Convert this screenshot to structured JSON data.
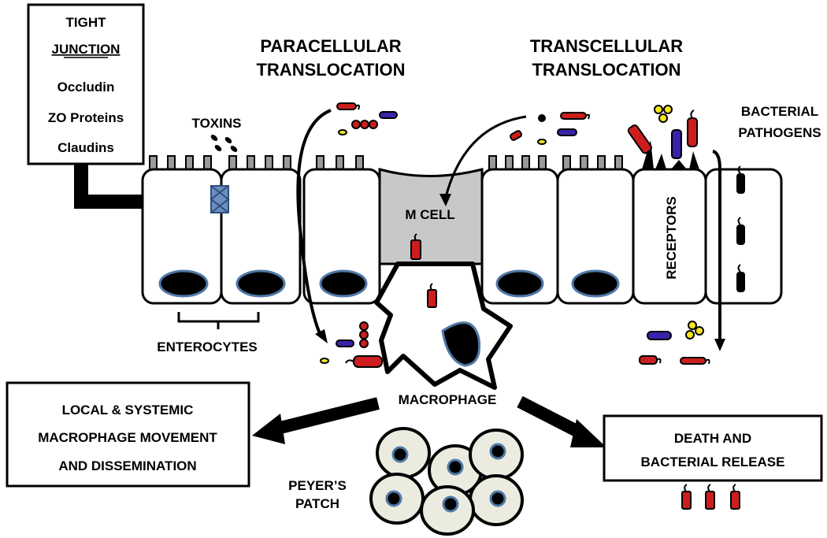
{
  "tight_junction_box": {
    "line1": "TIGHT",
    "line2": "JUNCTION",
    "items": [
      "Occludin",
      "ZO Proteins",
      "Claudins"
    ]
  },
  "headings": {
    "paracellular": [
      "PARACELLULAR",
      "TRANSLOCATION"
    ],
    "transcellular": [
      "TRANSCELLULAR",
      "TRANSLOCATION"
    ]
  },
  "labels": {
    "toxins": "TOXINS",
    "bacterial_pathogens": [
      "BACTERIAL",
      "PATHOGENS"
    ],
    "m_cell": "M CELL",
    "receptors": "RECEPTORS",
    "enterocytes": "ENTEROCYTES",
    "macrophage": "MACROPHAGE",
    "peyers_patch": [
      "PEYER’S",
      "PATCH"
    ]
  },
  "outcome_left": [
    "LOCAL & SYSTEMIC",
    "MACROPHAGE MOVEMENT",
    "AND DISSEMINATION"
  ],
  "outcome_right": [
    "DEATH AND",
    "BACTERIAL RELEASE"
  ],
  "colors": {
    "bacteria_red": "#cc1e1e",
    "bacteria_blue": "#3a22aa",
    "cocci_yellow": "#f5e61e",
    "nucleus_rim": "#4f79a8",
    "m_cell_fill": "#c8c8c8",
    "microvilli": "#9a9a9a",
    "peyer_cell": "#ecebdf"
  }
}
